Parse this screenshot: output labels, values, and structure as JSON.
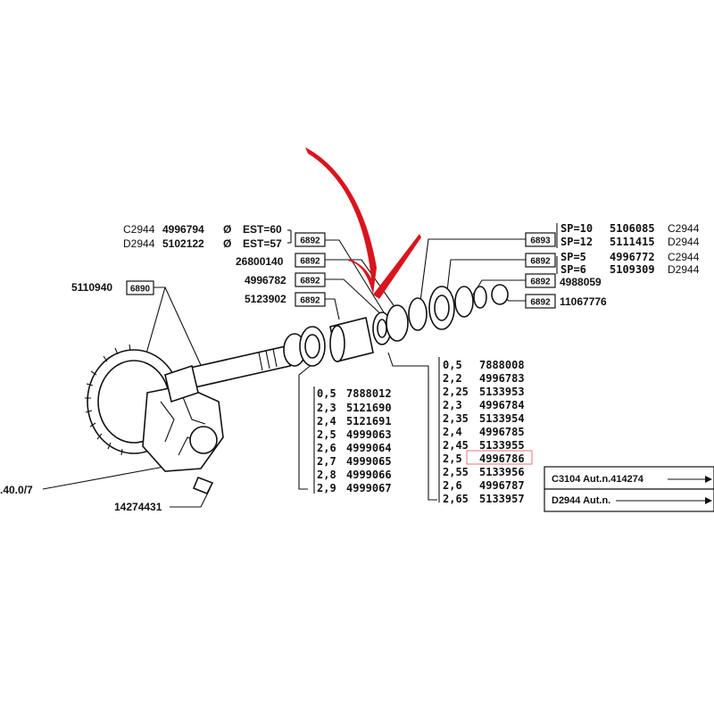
{
  "colors": {
    "ink": "#111111",
    "marker": "#d9141c",
    "highlight": "#ee8888"
  },
  "header_rows": [
    {
      "model": "C2944",
      "part": "4996794",
      "sym": "Ø",
      "est": "EST=60"
    },
    {
      "model": "D2944",
      "part": "5102122",
      "sym": "Ø",
      "est": "EST=57"
    }
  ],
  "refs": {
    "r6890": "6890",
    "r6892a": "6892",
    "r6892b": "6892",
    "r6892c": "6892",
    "r6892d": "6892",
    "r6892e": "6892",
    "r6892f": "6892",
    "r6892g": "6892",
    "r6893": "6893"
  },
  "labels": {
    "p26800140": "26800140",
    "p4996782": "4996782",
    "p5123902": "5123902",
    "p5110940": "5110940",
    "p4988059": "4988059",
    "p11067776": "11067776",
    "p14274431": "14274431",
    "p40": ".40.0/7"
  },
  "sp_rows": [
    {
      "sp": "SP=10",
      "part": "5106085",
      "model": "C2944"
    },
    {
      "sp": "SP=12",
      "part": "5111415",
      "model": "D2944"
    },
    {
      "sp": "SP=5",
      "part": "4996772",
      "model": "C2944"
    },
    {
      "sp": "SP=6",
      "part": "5109309",
      "model": "D2944"
    }
  ],
  "shim_list_left": [
    {
      "size": "0,5",
      "part": "7888012"
    },
    {
      "size": "2,3",
      "part": "5121690"
    },
    {
      "size": "2,4",
      "part": "5121691"
    },
    {
      "size": "2,5",
      "part": "4999063"
    },
    {
      "size": "2,6",
      "part": "4999064"
    },
    {
      "size": "2,7",
      "part": "4999065"
    },
    {
      "size": "2,8",
      "part": "4999066"
    },
    {
      "size": "2,9",
      "part": "4999067"
    }
  ],
  "shim_list_right": [
    {
      "size": "0,5",
      "part": "7888008"
    },
    {
      "size": "2,2",
      "part": "4996783"
    },
    {
      "size": "2,25",
      "part": "5133953"
    },
    {
      "size": "2,3",
      "part": "4996784"
    },
    {
      "size": "2,35",
      "part": "5133954"
    },
    {
      "size": "2,4",
      "part": "4996785"
    },
    {
      "size": "2,45",
      "part": "5133955"
    },
    {
      "size": "2,5",
      "part": "4996786"
    },
    {
      "size": "2,55",
      "part": "5133956"
    },
    {
      "size": "2,6",
      "part": "4996787"
    },
    {
      "size": "2,65",
      "part": "5133957"
    }
  ],
  "legend": [
    {
      "text": "C3104 Aut.n.414274"
    },
    {
      "text": "D2944 Aut.n."
    }
  ]
}
